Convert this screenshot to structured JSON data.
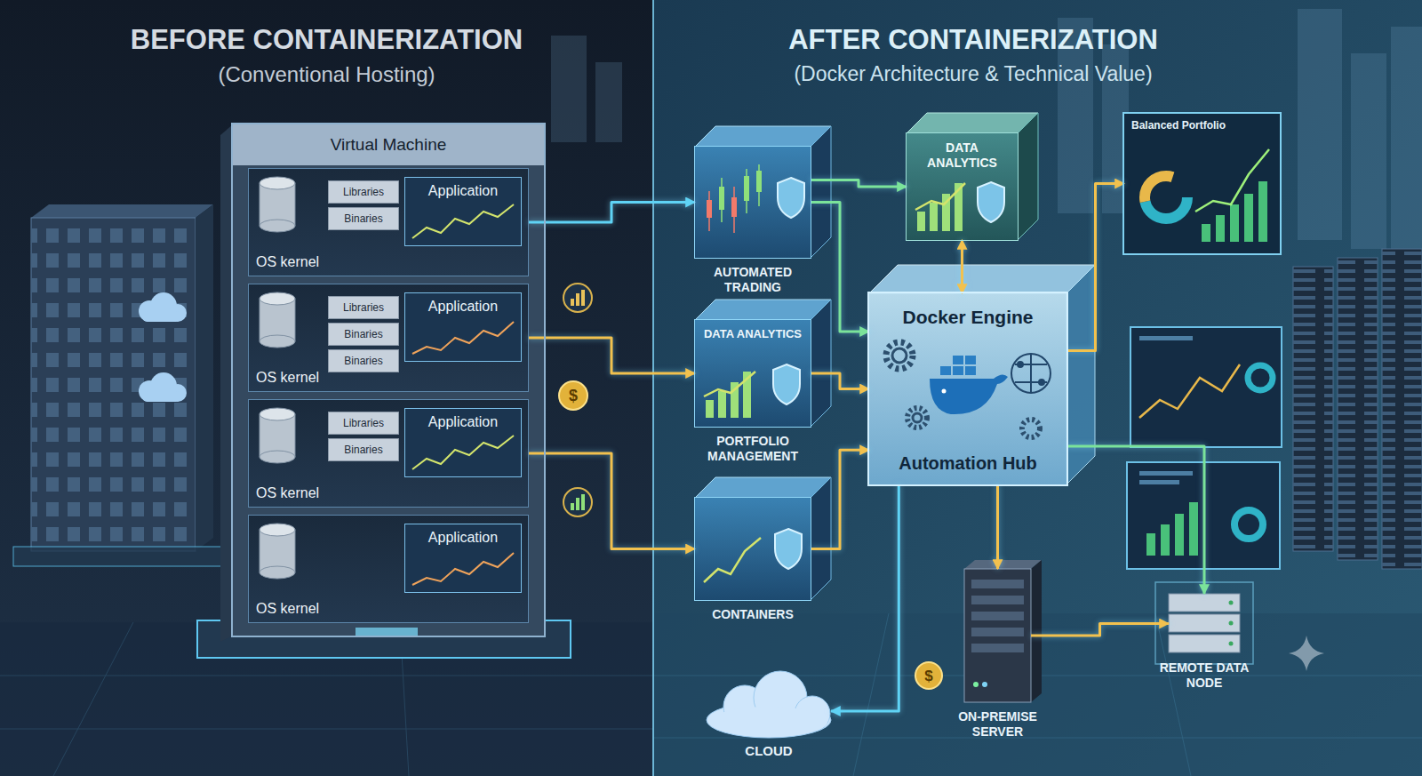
{
  "diagram": {
    "nodes": [
      {
        "text": [
          "BEFORE CONTAINERIZATION",
          "(Conventional Hosting)"
        ]
      },
      {
        "text": [
          "Virtual Machine"
        ],
        "in": 0
      },
      {
        "text": [
          "OS kernel"
        ],
        "in": 1
      },
      {
        "text": [
          "Application"
        ],
        "in": 2
      },
      {
        "text": [
          "Libraries"
        ],
        "in": 2
      },
      {
        "text": [
          "Binaries"
        ],
        "in": 2
      },
      {
        "text": [
          "OS kernel"
        ],
        "in": 1
      },
      {
        "text": [
          "Application"
        ],
        "in": 6
      },
      {
        "text": [
          "Libraries"
        ],
        "in": 6
      },
      {
        "text": [
          "Binaries"
        ],
        "in": 6
      },
      {
        "text": [
          "Binaries"
        ],
        "in": 6
      },
      {
        "text": [
          "OS kernel"
        ],
        "in": 1
      },
      {
        "text": [
          "Application"
        ],
        "in": 11
      },
      {
        "text": [
          "Libraries"
        ],
        "in": 11
      },
      {
        "text": [
          "Binaries"
        ],
        "in": 11
      },
      {
        "text": [
          "OS kernel"
        ],
        "in": 1
      },
      {
        "text": [
          "Application"
        ],
        "in": 15
      },
      {
        "text": [
          "AFTER CONTAINERIZATION",
          "(Docker Architecture & Technical Value)"
        ]
      },
      {
        "text": [
          "AUTOMATED TRADING"
        ],
        "in": 17
      },
      {
        "text": [
          "DATA ANALYTICS"
        ],
        "in": 17
      },
      {
        "text": [
          "DATA ANALYTICS",
          "PORTFOLIO MANAGEMENT"
        ],
        "in": 17
      },
      {
        "text": [
          "CONTAINERS"
        ],
        "in": 17
      },
      {
        "text": [
          "Docker Engine",
          "Automation Hub"
        ],
        "in": 17
      },
      {
        "text": [
          "Balanced Portfolio"
        ],
        "in": 17
      },
      {
        "text": [
          "CLOUD"
        ],
        "in": 17
      },
      {
        "text": [
          "ON-PREMISE SERVER"
        ],
        "in": 17
      },
      {
        "text": [
          "REMOTE DATA NODE"
        ],
        "in": 17
      }
    ],
    "edges": [
      {
        "from": 2,
        "to": 18,
        "arrow": "to"
      },
      {
        "from": 6,
        "to": 20,
        "arrow": "to"
      },
      {
        "from": 11,
        "to": 21,
        "arrow": "to"
      },
      {
        "from": 18,
        "to": 19,
        "arrow": "to"
      },
      {
        "from": 18,
        "to": 22,
        "arrow": "to"
      },
      {
        "from": 20,
        "to": 22,
        "arrow": "to"
      },
      {
        "from": 21,
        "to": 22,
        "arrow": "to"
      },
      {
        "from": 19,
        "to": 22,
        "arrow": "both"
      },
      {
        "from": 22,
        "to": 23,
        "arrow": "to"
      },
      {
        "from": 22,
        "to": 24,
        "arrow": "to"
      },
      {
        "from": 22,
        "to": 25,
        "arrow": "to"
      },
      {
        "from": 22,
        "to": 26,
        "arrow": "to"
      },
      {
        "from": 25,
        "to": 26,
        "arrow": "to"
      }
    ],
    "labels": [
      "$",
      "$"
    ]
  }
}
